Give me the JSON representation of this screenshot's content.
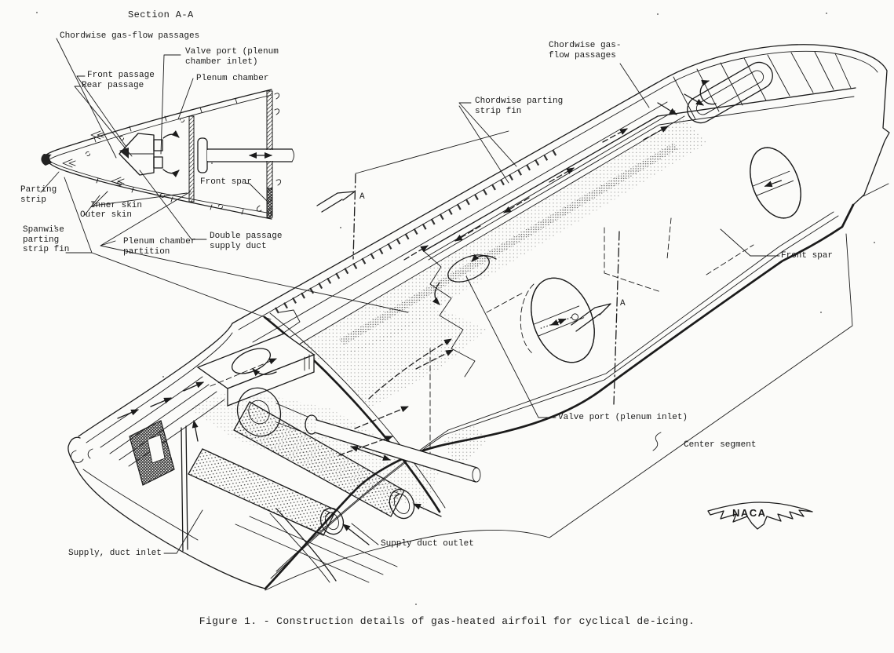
{
  "page": {
    "background": "#fbfbf9",
    "ink": "#1b1b1b"
  },
  "figure": {
    "caption": "Figure 1. - Construction details of gas-heated airfoil for cyclical de-icing.",
    "logo_text": "NACA"
  },
  "section_detail": {
    "title": "Section A-A",
    "labels": {
      "chordwise_passages": "Chordwise gas-flow passages",
      "valve_port": "Valve port (plenum\nchamber inlet)",
      "plenum_chamber": "Plenum chamber",
      "front_passage": "Front passage",
      "rear_passage": "Rear passage",
      "front_spar": "Front spar",
      "parting_strip": "Parting\nstrip",
      "inner_skin": "Inner skin",
      "outer_skin": "Outer skin",
      "spanwise_fin": "Spanwise\nparting\nstrip fin",
      "plenum_partition": "Plenum chamber\npartition",
      "double_passage_duct": "Double passage\nsupply duct"
    }
  },
  "main_view": {
    "labels": {
      "chordwise_passages": "Chordwise gas-\nflow passages",
      "chordwise_parting_fin": "Chordwise parting\nstrip fin",
      "front_spar": "Front spar",
      "valve_port": "Valve port (plenum inlet)",
      "center_segment": "Center segment",
      "supply_duct_inlet": "Supply, duct inlet",
      "supply_duct_outlet": "Supply duct outlet",
      "section_marker": "A"
    }
  }
}
